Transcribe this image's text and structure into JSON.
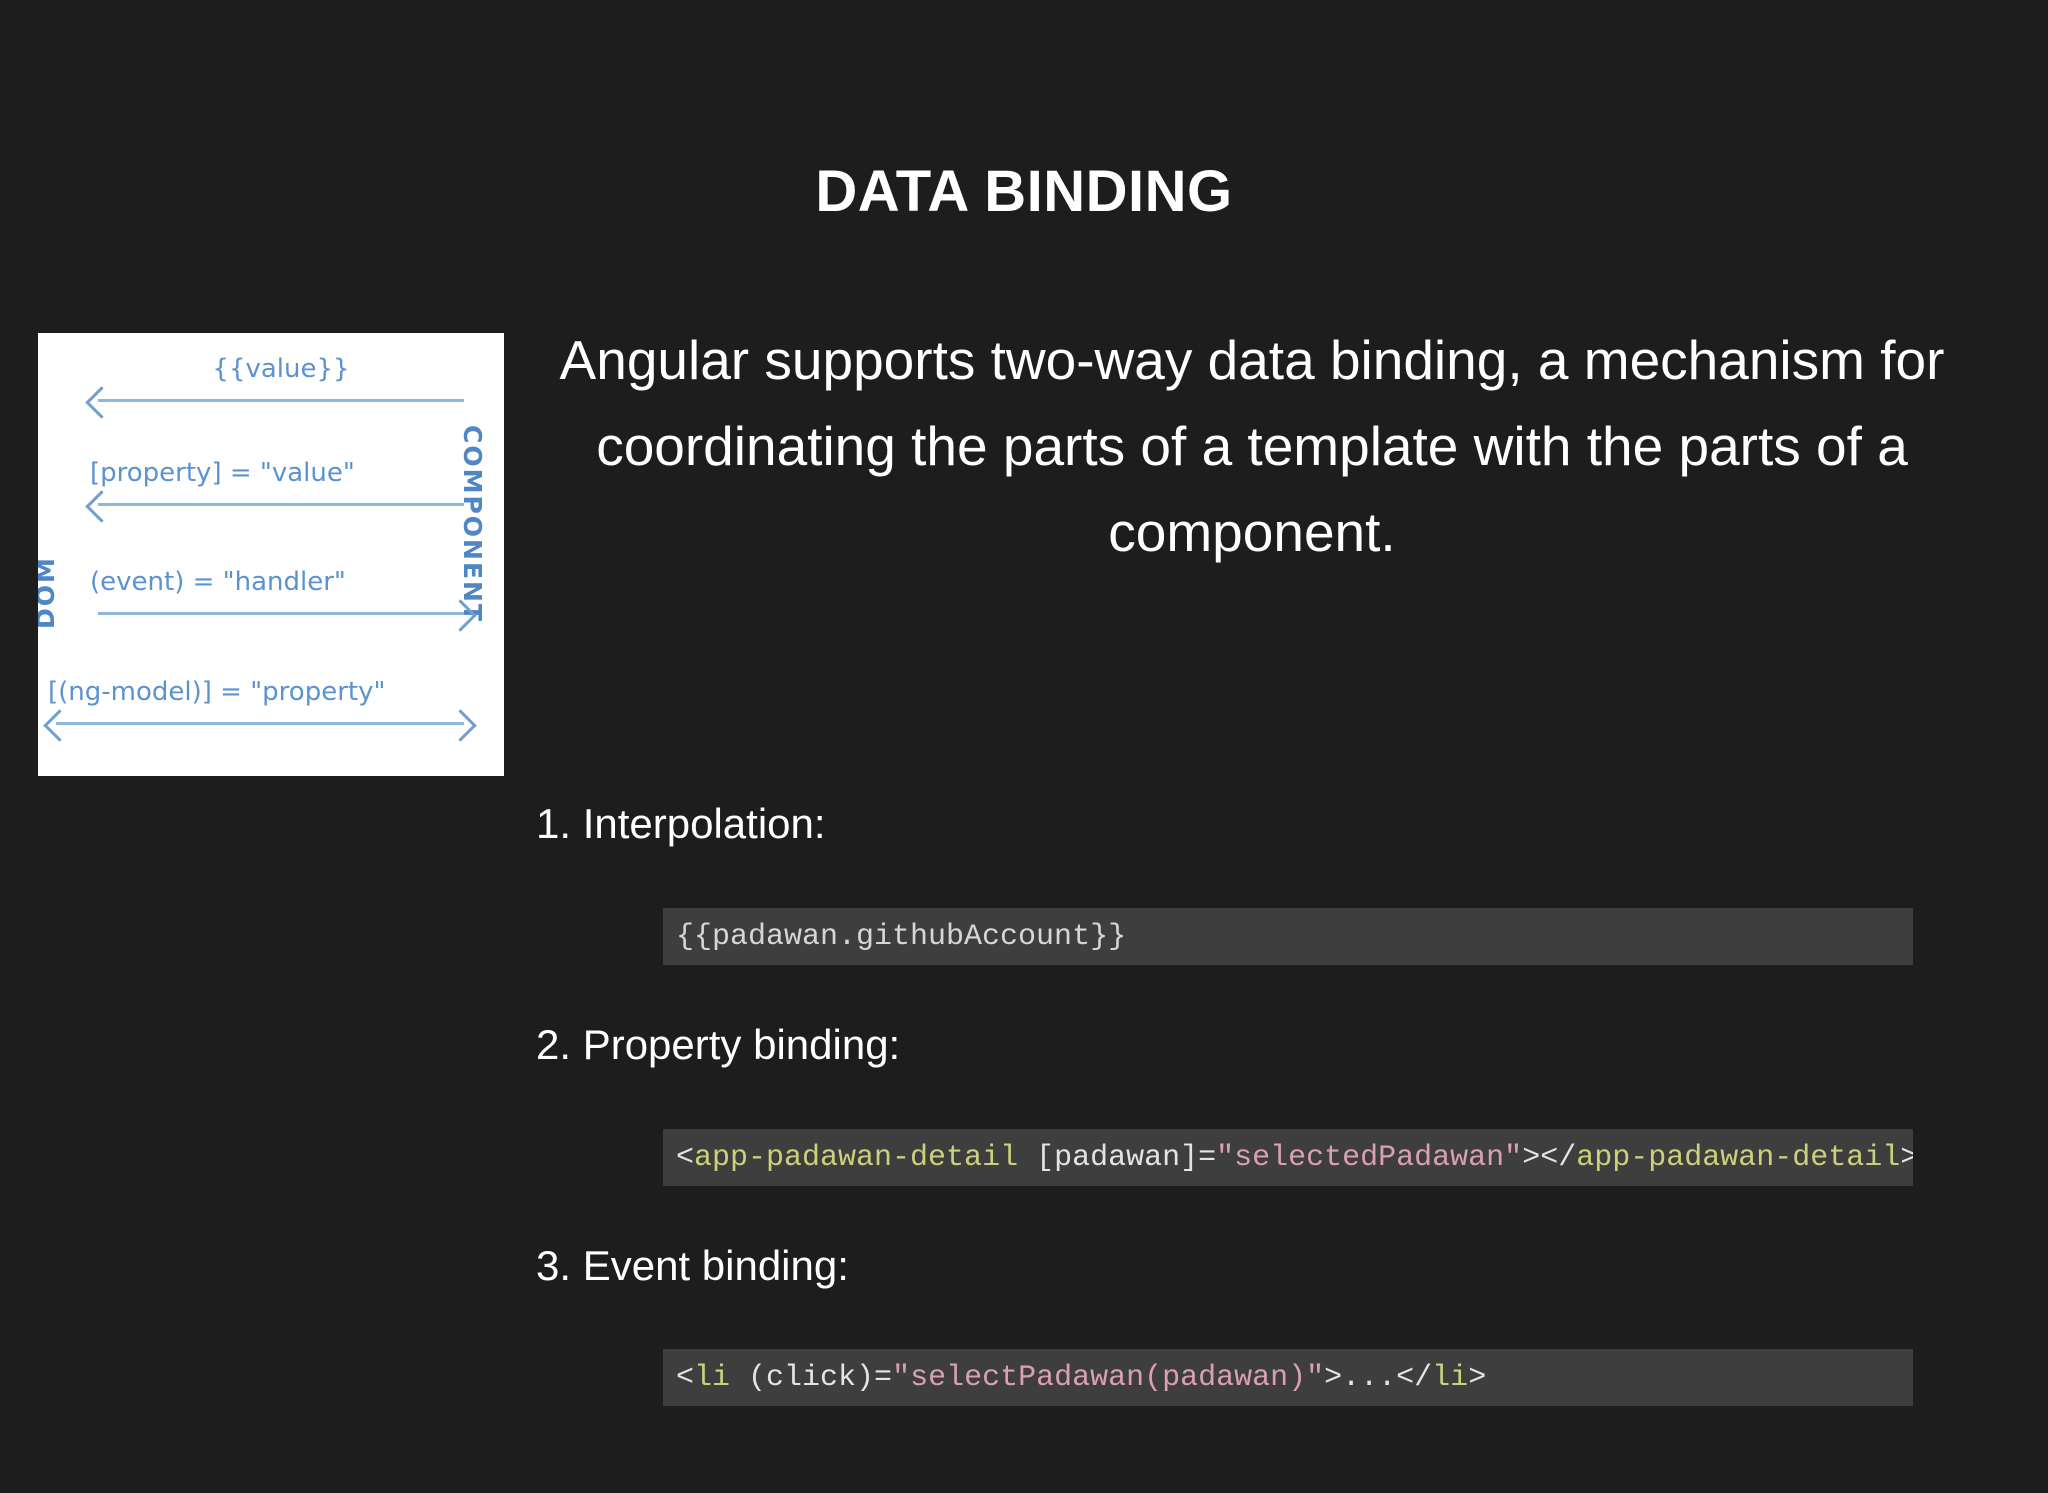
{
  "slide": {
    "title": "DATA BINDING",
    "background_color": "#1d1d1d",
    "text_color": "#ffffff",
    "paragraph": "Angular supports two-way data binding, a mechanism for coordinating the parts of a template with the parts of a component."
  },
  "figure": {
    "name": "angular-data-binding-diagram",
    "background_color": "#ffffff",
    "ink_color": "#5b93d0",
    "left_label": "DOM",
    "right_label": "COMPONENT",
    "rows": [
      {
        "text": "{{value}}",
        "direction": "left"
      },
      {
        "text": "[property] = \"value\"",
        "direction": "left"
      },
      {
        "text": "(event) = \"handler\"",
        "direction": "right"
      },
      {
        "text": "[(ng-model)] = \"property\"",
        "direction": "both"
      }
    ]
  },
  "list": {
    "items": [
      {
        "label": "1. Interpolation:",
        "code_block": {
          "background_color": "#3e3e3e",
          "tokens": [
            {
              "text": "{{padawan.githubAccount}}",
              "type": "plain"
            }
          ]
        }
      },
      {
        "label": "2. Property binding:",
        "code_block": {
          "background_color": "#3e3e3e",
          "tokens": [
            {
              "text": "<",
              "type": "punct"
            },
            {
              "text": "app-padawan-detail",
              "type": "tag"
            },
            {
              "text": " [padawan]=",
              "type": "attr"
            },
            {
              "text": "\"selectedPadawan\"",
              "type": "str"
            },
            {
              "text": "></",
              "type": "punct"
            },
            {
              "text": "app-padawan-detail",
              "type": "tag"
            },
            {
              "text": ">",
              "type": "punct"
            }
          ]
        }
      },
      {
        "label": "3. Event binding:",
        "code_block": {
          "background_color": "#3e3e3e",
          "tokens": [
            {
              "text": "<",
              "type": "punct"
            },
            {
              "text": "li",
              "type": "tag"
            },
            {
              "text": " (click)=",
              "type": "attr"
            },
            {
              "text": "\"selectPadawan(padawan)\"",
              "type": "str"
            },
            {
              "text": ">...</",
              "type": "punct"
            },
            {
              "text": "li",
              "type": "tag"
            },
            {
              "text": ">",
              "type": "punct"
            }
          ]
        }
      }
    ]
  }
}
